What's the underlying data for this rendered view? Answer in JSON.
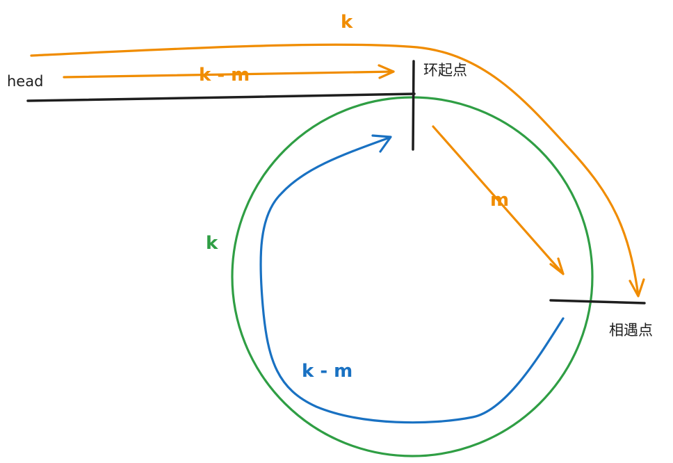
{
  "labels": {
    "top_k": "k",
    "head": "head",
    "head_to_start": "k - m",
    "cycle_start": "环起点",
    "m": "m",
    "cycle_k": "k",
    "meeting_point": "相遇点",
    "meet_to_start": "k - m"
  },
  "colors": {
    "orange": "#f08c00",
    "green": "#2f9e44",
    "blue": "#1971c2",
    "black": "#1e1e1e"
  }
}
